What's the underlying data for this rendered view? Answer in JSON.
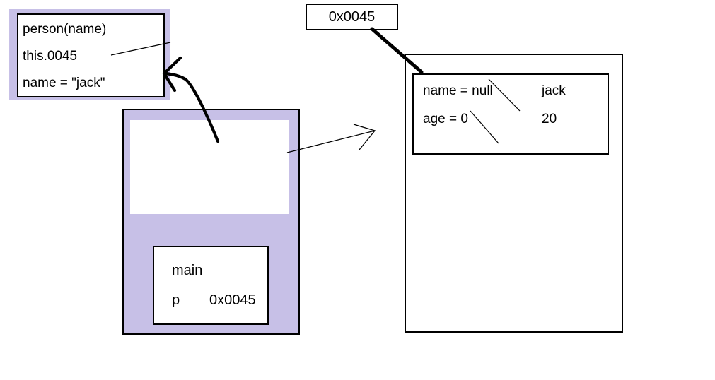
{
  "colors": {
    "lavender": "#C7C0E7",
    "ink": "#000000",
    "background": "#FFFFFF"
  },
  "constructor_frame": {
    "signature": "person(name)",
    "this_ref": "this.0045",
    "assignment": "name = \"jack\""
  },
  "address_label": "0x0045",
  "stack_frame": {
    "method_name": "main",
    "variable": {
      "name": "p",
      "value": "0x0045"
    }
  },
  "heap_object": {
    "fields": [
      {
        "initial": "name = null",
        "updated": "jack"
      },
      {
        "initial": "age = 0",
        "updated": "20"
      }
    ]
  }
}
